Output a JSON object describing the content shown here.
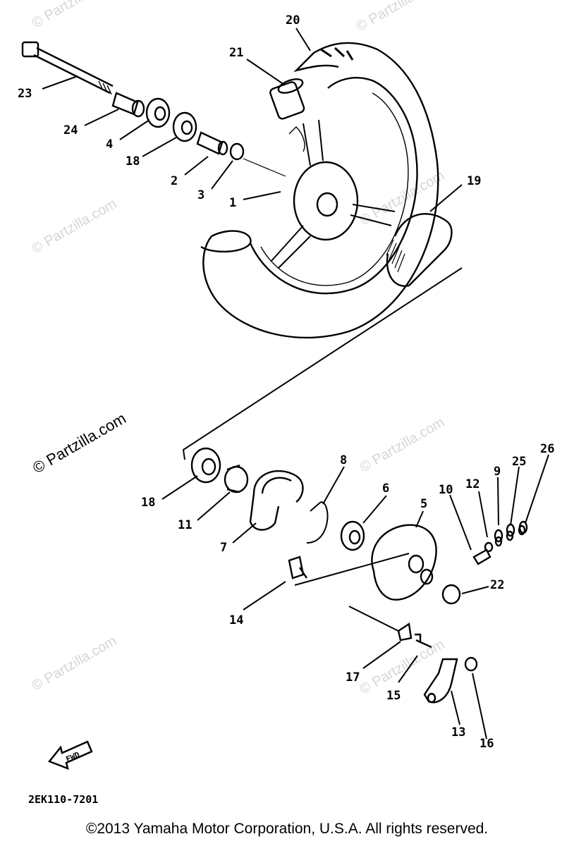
{
  "watermark": "© Partzilla.com",
  "diagram_code": "2EK110-7201",
  "copyright": "©2013  Yamaha Motor Corporation, U.S.A. All rights reserved.",
  "fwd_label": "FWD",
  "callouts": {
    "c1": "1",
    "c2": "2",
    "c3": "3",
    "c4": "4",
    "c5": "5",
    "c6": "6",
    "c7": "7",
    "c8": "8",
    "c9": "9",
    "c10": "10",
    "c11": "11",
    "c12": "12",
    "c13": "13",
    "c14": "14",
    "c15": "15",
    "c16": "16",
    "c17": "17",
    "c18a": "18",
    "c18b": "18",
    "c19": "19",
    "c20": "20",
    "c21": "21",
    "c22": "22",
    "c23": "23",
    "c24": "24",
    "c25": "25",
    "c26": "26"
  }
}
